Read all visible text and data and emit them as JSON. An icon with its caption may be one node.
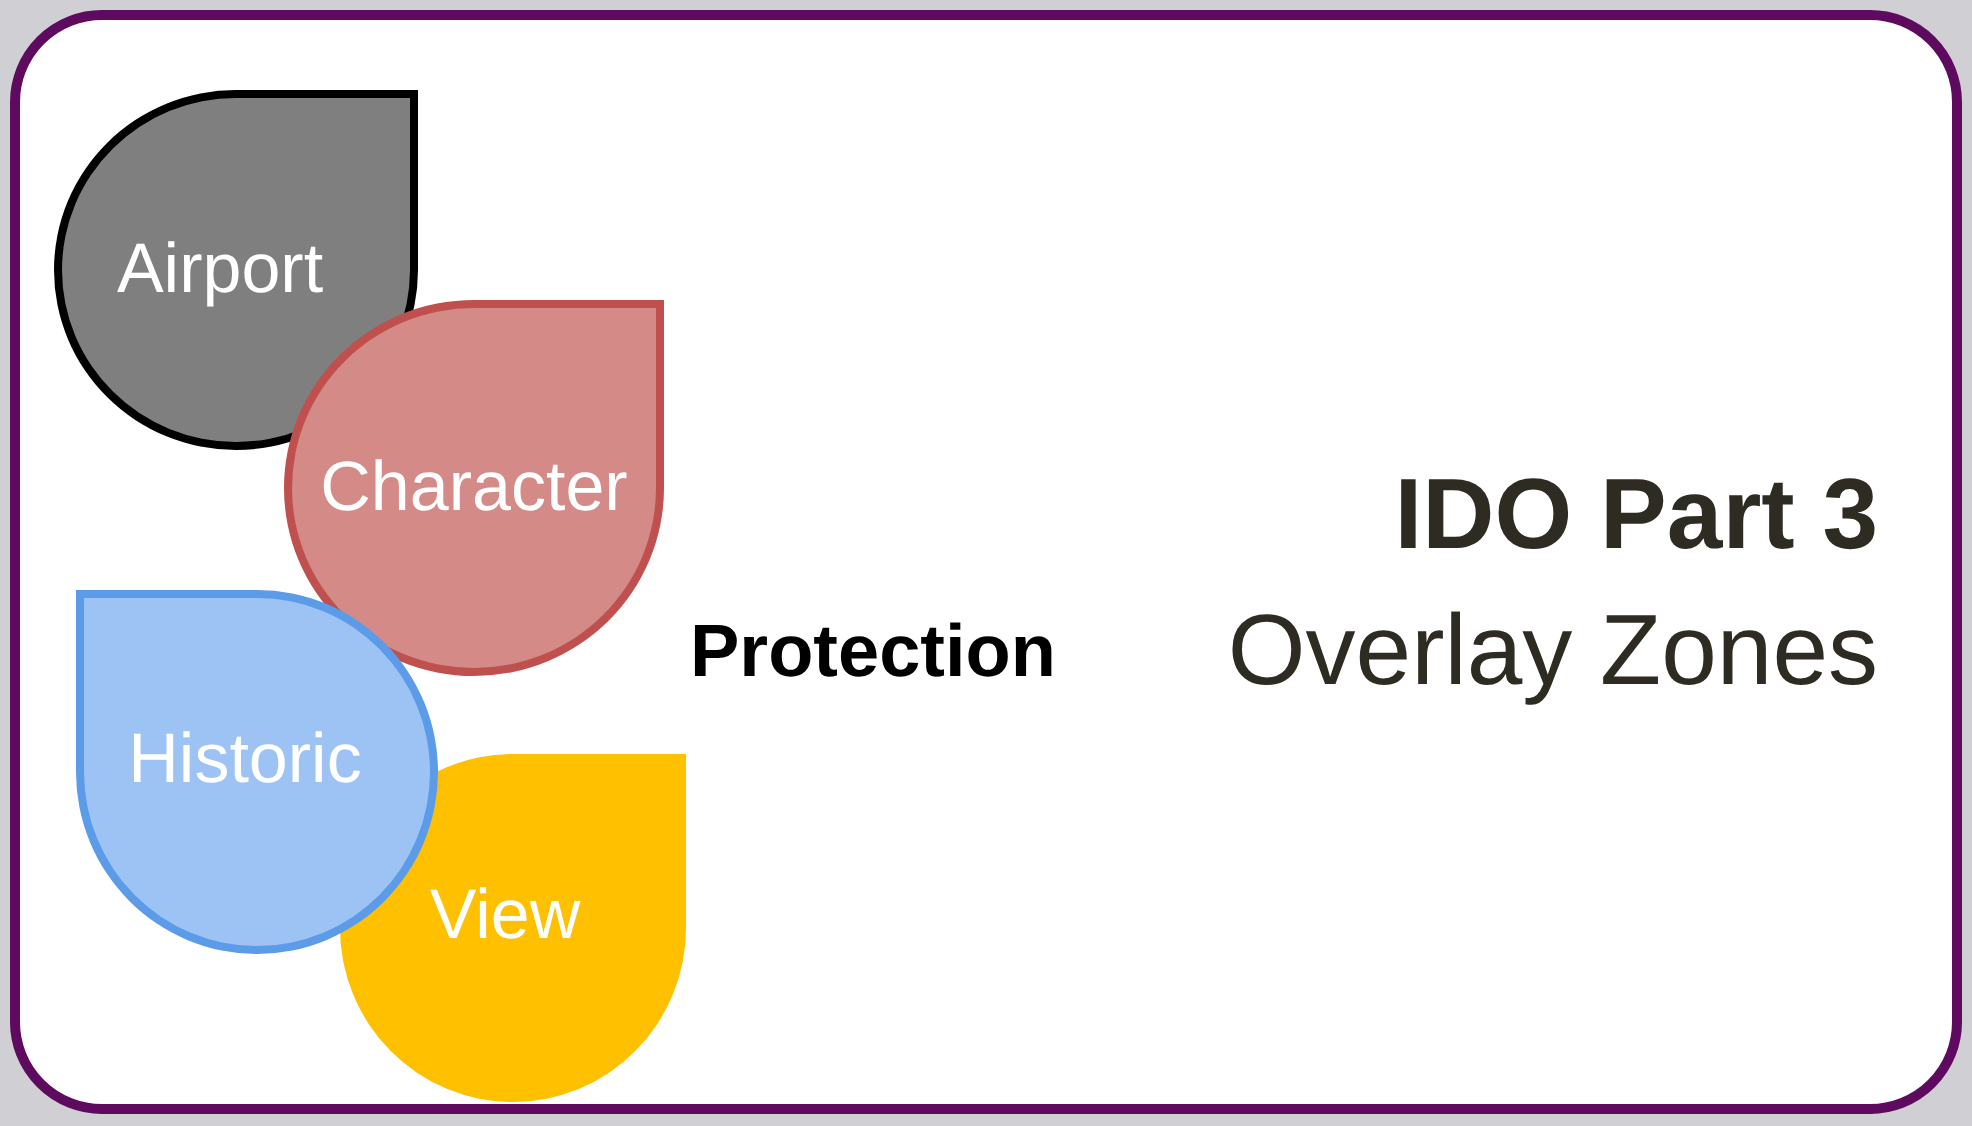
{
  "diagram": {
    "nodes": [
      {
        "text": [
          "IDO Part 3",
          "Overlay Zones"
        ]
      },
      {
        "text": [
          "Airport"
        ],
        "in": 0
      },
      {
        "text": [
          "Character"
        ],
        "in": 0
      },
      {
        "text": [
          "Historic"
        ],
        "in": 0
      },
      {
        "text": [
          "View"
        ],
        "in": 0
      }
    ],
    "labels": [
      "Protection"
    ]
  }
}
